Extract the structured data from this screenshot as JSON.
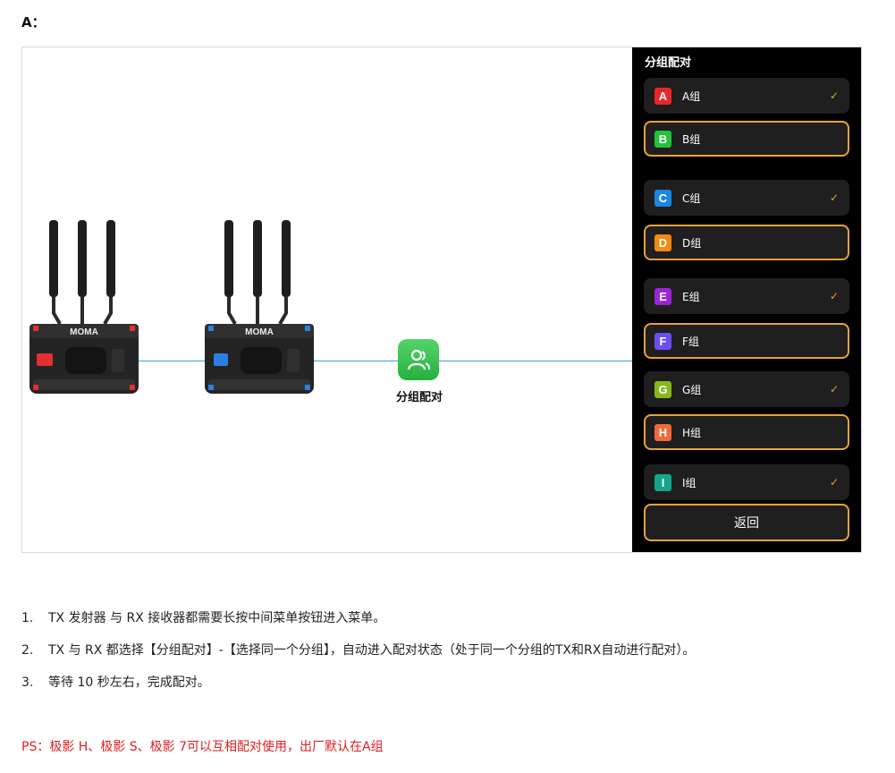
{
  "heading": "A：",
  "figure": {
    "device_brand": "MOMA",
    "antenna_text": "MOMA",
    "pair_label": "分组配对",
    "panel": {
      "title": "分组配对",
      "groups": [
        {
          "letter": "A",
          "name": "A组",
          "color": "#e8262b",
          "checked": true,
          "ring": false
        },
        {
          "letter": "B",
          "name": "B组",
          "color": "#23c23a",
          "checked": false,
          "ring": true
        },
        {
          "letter": "C",
          "name": "C组",
          "color": "#1b86e0",
          "checked": true,
          "ring": false
        },
        {
          "letter": "D",
          "name": "D组",
          "color": "#f08a10",
          "checked": false,
          "ring": true
        },
        {
          "letter": "E",
          "name": "E组",
          "color": "#9a25d6",
          "checked": true,
          "ring": false
        },
        {
          "letter": "F",
          "name": "F组",
          "color": "#6a4ff0",
          "checked": false,
          "ring": true
        },
        {
          "letter": "G",
          "name": "G组",
          "color": "#86b81a",
          "checked": true,
          "ring": false
        },
        {
          "letter": "H",
          "name": "H组",
          "color": "#ef6a3a",
          "checked": false,
          "ring": true
        },
        {
          "letter": "I",
          "name": "I组",
          "color": "#13a58a",
          "checked": true,
          "ring": false
        }
      ],
      "check_mark": "✓",
      "back_label": "返回"
    }
  },
  "steps": [
    {
      "num": "1.",
      "text": "TX 发射器 与 RX 接收器都需要长按中间菜单按钮进入菜单。"
    },
    {
      "num": "2.",
      "text": "TX 与 RX 都选择【分组配对】-【选择同一个分组】，自动进入配对状态（处于同一个分组的TX和RX自动进行配对）。"
    },
    {
      "num": "3.",
      "text": "等待 10 秒左右，完成配对。"
    }
  ],
  "ps": "PS：极影 H、极影 S、极影 7可以互相配对使用，出厂默认在A组",
  "colors": {
    "accent": "#e6a23c",
    "link_line": "#3aa0e0",
    "ps_red": "#e02020",
    "tx_button": "#e03030",
    "rx_button": "#2a7fe0"
  }
}
